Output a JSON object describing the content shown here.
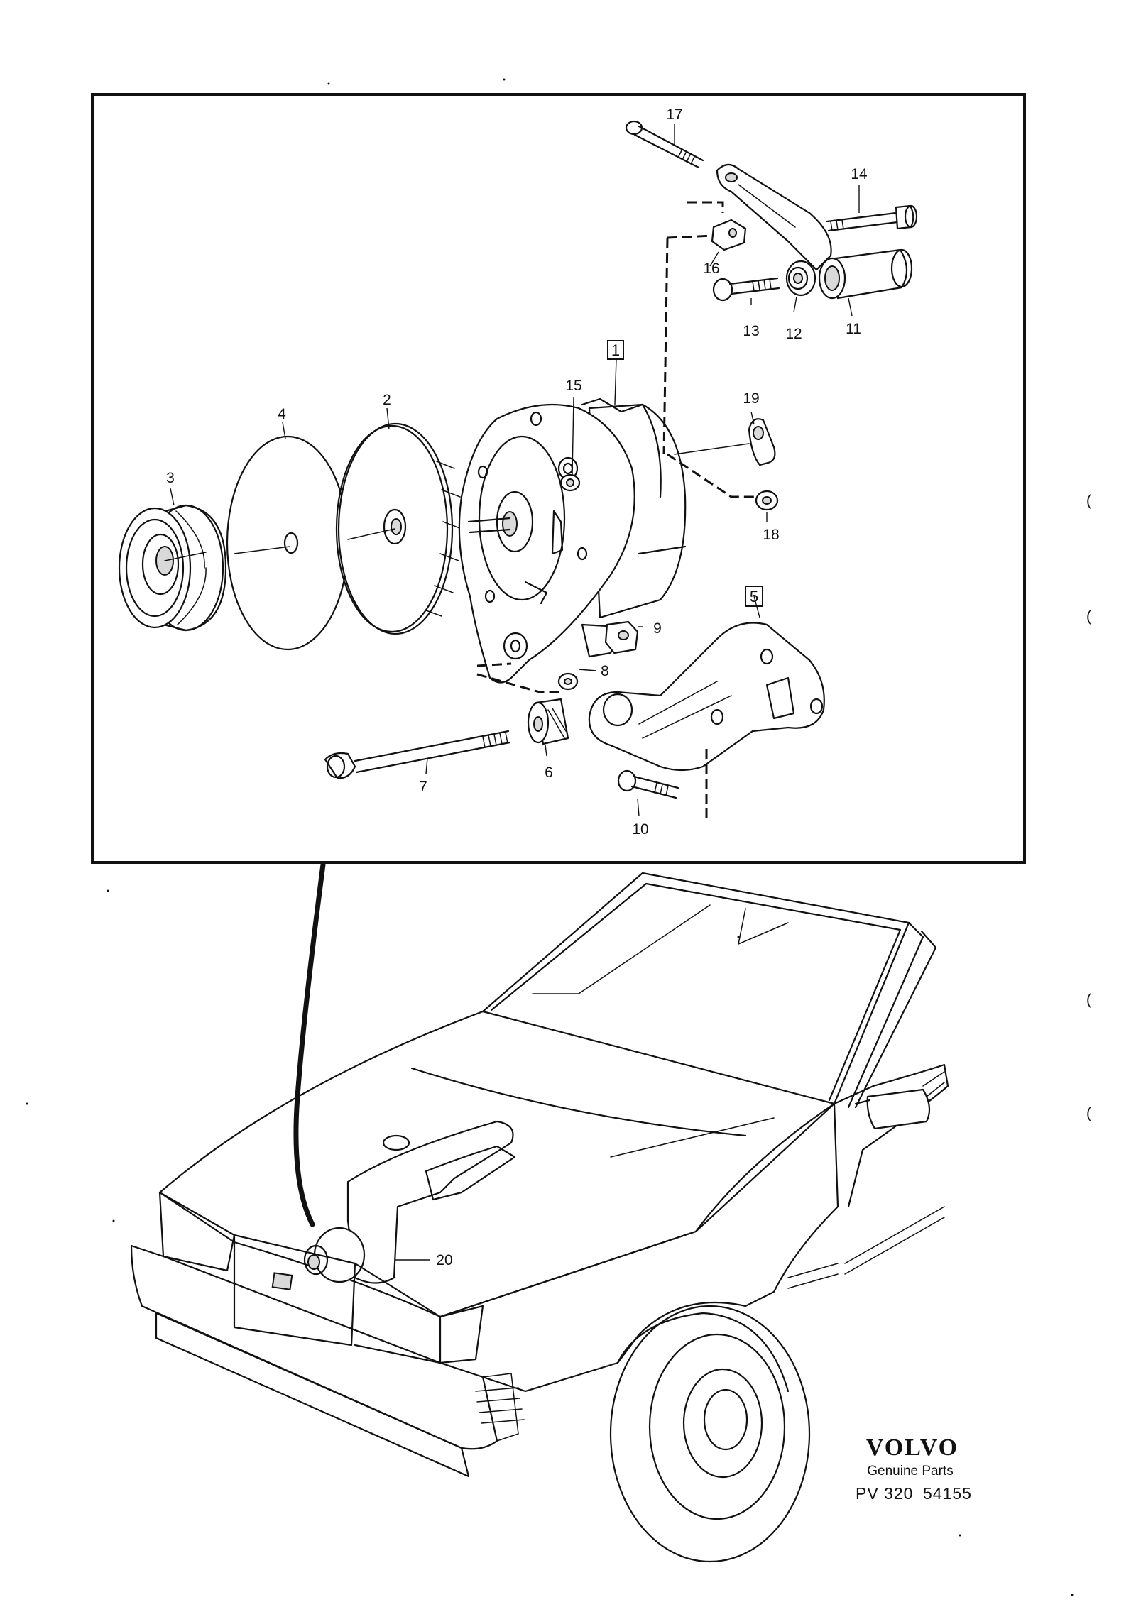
{
  "callouts": {
    "c1": "1",
    "c2": "2",
    "c3": "3",
    "c4": "4",
    "c5": "5",
    "c6": "6",
    "c7": "7",
    "c8": "8",
    "c9": "9",
    "c10": "10",
    "c11": "11",
    "c12": "12",
    "c13": "13",
    "c14": "14",
    "c15": "15",
    "c16": "16",
    "c17": "17",
    "c18": "18",
    "c19": "19",
    "c20": "20"
  },
  "footer": {
    "brand": "VOLVO",
    "subtitle": "Genuine Parts",
    "code_prefix": "PV 320",
    "code_number": "54155"
  },
  "margin_marks": [
    "(",
    "(",
    "(",
    "("
  ]
}
